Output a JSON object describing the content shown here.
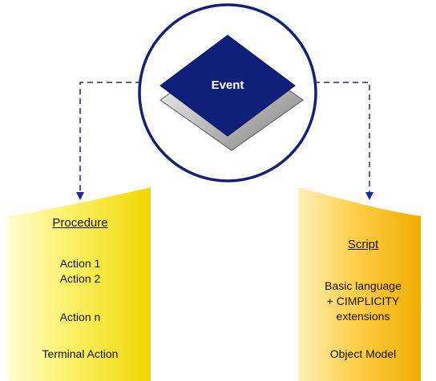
{
  "event": {
    "label": "Event"
  },
  "procedure": {
    "title": "Procedure",
    "lines": [
      "Action 1",
      "Action 2",
      "Action n",
      "Terminal Action"
    ]
  },
  "script": {
    "title": "Script",
    "lines": [
      "Basic language",
      "+ CIMPLICITY",
      "extensions",
      "Object Model"
    ]
  },
  "colors": {
    "event_fill": "#0f1f7a",
    "circle_stroke": "#12207a",
    "connector": "#1a2a8c",
    "procedure_fill_light": "#fff9a8",
    "procedure_fill_dark": "#f2d800",
    "script_fill_light": "#ffe89a",
    "script_fill_dark": "#f5b800"
  }
}
